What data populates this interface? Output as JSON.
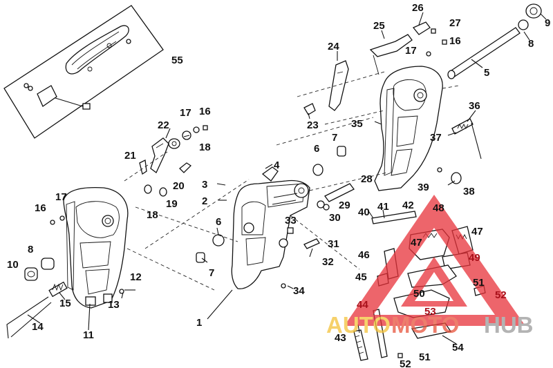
{
  "callouts": [
    {
      "id": "n1",
      "text": "1"
    },
    {
      "id": "n2",
      "text": "2"
    },
    {
      "id": "n3",
      "text": "3"
    },
    {
      "id": "n4",
      "text": "4"
    },
    {
      "id": "n5",
      "text": "5"
    },
    {
      "id": "n6a",
      "text": "6"
    },
    {
      "id": "n6b",
      "text": "6"
    },
    {
      "id": "n7a",
      "text": "7"
    },
    {
      "id": "n7b",
      "text": "7"
    },
    {
      "id": "n8a",
      "text": "8"
    },
    {
      "id": "n8b",
      "text": "8"
    },
    {
      "id": "n9",
      "text": "9"
    },
    {
      "id": "n10",
      "text": "10"
    },
    {
      "id": "n11",
      "text": "11"
    },
    {
      "id": "n12",
      "text": "12"
    },
    {
      "id": "n13",
      "text": "13"
    },
    {
      "id": "n14",
      "text": "14"
    },
    {
      "id": "n15",
      "text": "15"
    },
    {
      "id": "n16a",
      "text": "16"
    },
    {
      "id": "n16b",
      "text": "16"
    },
    {
      "id": "n16c",
      "text": "16"
    },
    {
      "id": "n17a",
      "text": "17"
    },
    {
      "id": "n17b",
      "text": "17"
    },
    {
      "id": "n17c",
      "text": "17"
    },
    {
      "id": "n18a",
      "text": "18"
    },
    {
      "id": "n18b",
      "text": "18"
    },
    {
      "id": "n19",
      "text": "19"
    },
    {
      "id": "n20",
      "text": "20"
    },
    {
      "id": "n21",
      "text": "21"
    },
    {
      "id": "n22",
      "text": "22"
    },
    {
      "id": "n23",
      "text": "23"
    },
    {
      "id": "n24",
      "text": "24"
    },
    {
      "id": "n25",
      "text": "25"
    },
    {
      "id": "n26",
      "text": "26"
    },
    {
      "id": "n27",
      "text": "27"
    },
    {
      "id": "n28",
      "text": "28"
    },
    {
      "id": "n29",
      "text": "29"
    },
    {
      "id": "n30",
      "text": "30"
    },
    {
      "id": "n31",
      "text": "31"
    },
    {
      "id": "n32",
      "text": "32"
    },
    {
      "id": "n33",
      "text": "33"
    },
    {
      "id": "n34",
      "text": "34"
    },
    {
      "id": "n35",
      "text": "35"
    },
    {
      "id": "n36",
      "text": "36"
    },
    {
      "id": "n37",
      "text": "37"
    },
    {
      "id": "n38",
      "text": "38"
    },
    {
      "id": "n39",
      "text": "39"
    },
    {
      "id": "n40",
      "text": "40"
    },
    {
      "id": "n41",
      "text": "41"
    },
    {
      "id": "n42",
      "text": "42"
    },
    {
      "id": "n43",
      "text": "43"
    },
    {
      "id": "n44",
      "text": "44"
    },
    {
      "id": "n45",
      "text": "45"
    },
    {
      "id": "n46",
      "text": "46"
    },
    {
      "id": "n47a",
      "text": "47"
    },
    {
      "id": "n47b",
      "text": "47"
    },
    {
      "id": "n48",
      "text": "48"
    },
    {
      "id": "n49",
      "text": "49"
    },
    {
      "id": "n50",
      "text": "50"
    },
    {
      "id": "n51a",
      "text": "51"
    },
    {
      "id": "n51b",
      "text": "51"
    },
    {
      "id": "n52a",
      "text": "52"
    },
    {
      "id": "n52b",
      "text": "52"
    },
    {
      "id": "n53",
      "text": "53"
    },
    {
      "id": "n54",
      "text": "54"
    },
    {
      "id": "n55",
      "text": "55"
    }
  ],
  "watermark": {
    "text_auto": "AUTO",
    "text_moto": "MOTO",
    "text_hub": "HUB",
    "colors": {
      "auto": "#f3c23a",
      "moto": "#e8543c",
      "hub": "#9a9a9a",
      "triangle": "#e8323a"
    }
  }
}
